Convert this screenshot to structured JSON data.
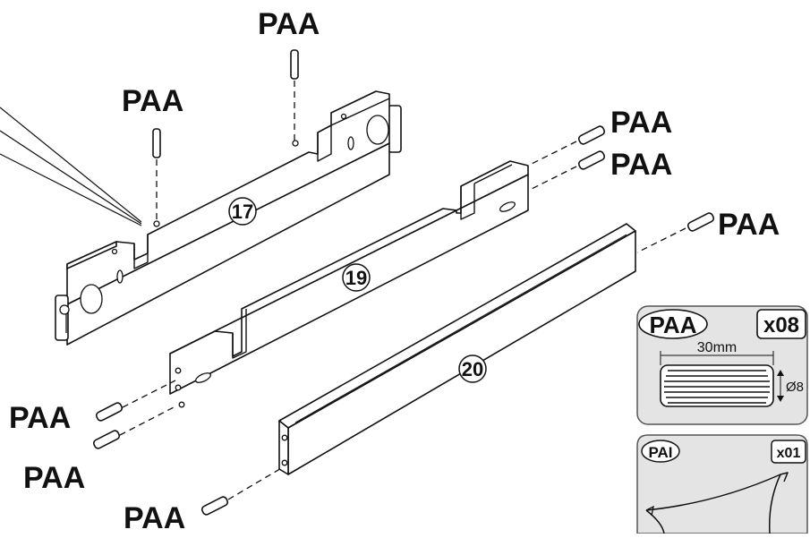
{
  "labels": {
    "paa": "PAA",
    "pai": "PAI"
  },
  "parts": {
    "p17": "17",
    "p19": "19",
    "p20": "20"
  },
  "legend_paa": {
    "code": "PAA",
    "qty": "x08",
    "length": "30mm",
    "diameter": "Ø8"
  },
  "legend_pai": {
    "code": "PAI",
    "qty": "x01"
  },
  "colors": {
    "line": "#111111",
    "panel": "#e4e4e4",
    "background": "#ffffff"
  }
}
